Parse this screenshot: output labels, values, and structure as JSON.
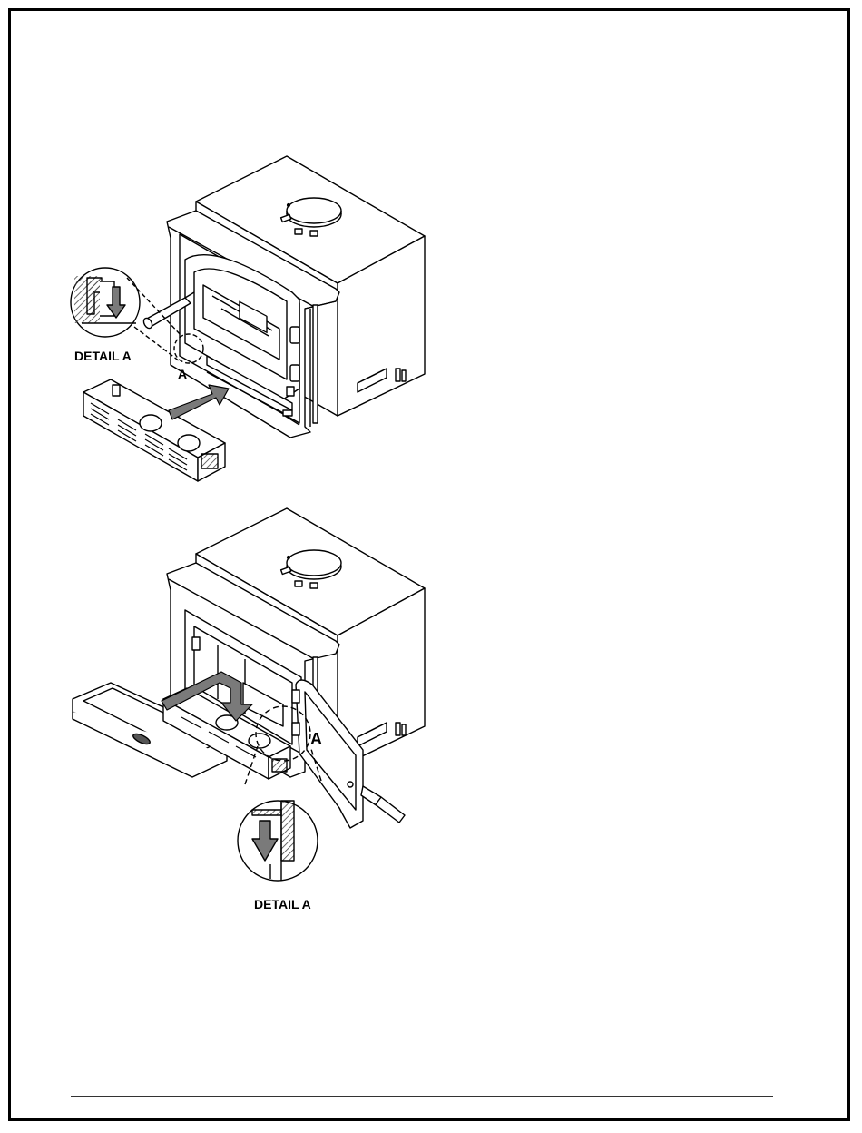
{
  "figure_top": {
    "detail_label": "DETAIL A",
    "callout_letter": "A"
  },
  "figure_bottom": {
    "detail_label": "DETAIL A",
    "callout_letter": "A"
  },
  "colors": {
    "line": "#000000",
    "arrow_fill": "#7a7a7a",
    "hatch": "#444444"
  }
}
